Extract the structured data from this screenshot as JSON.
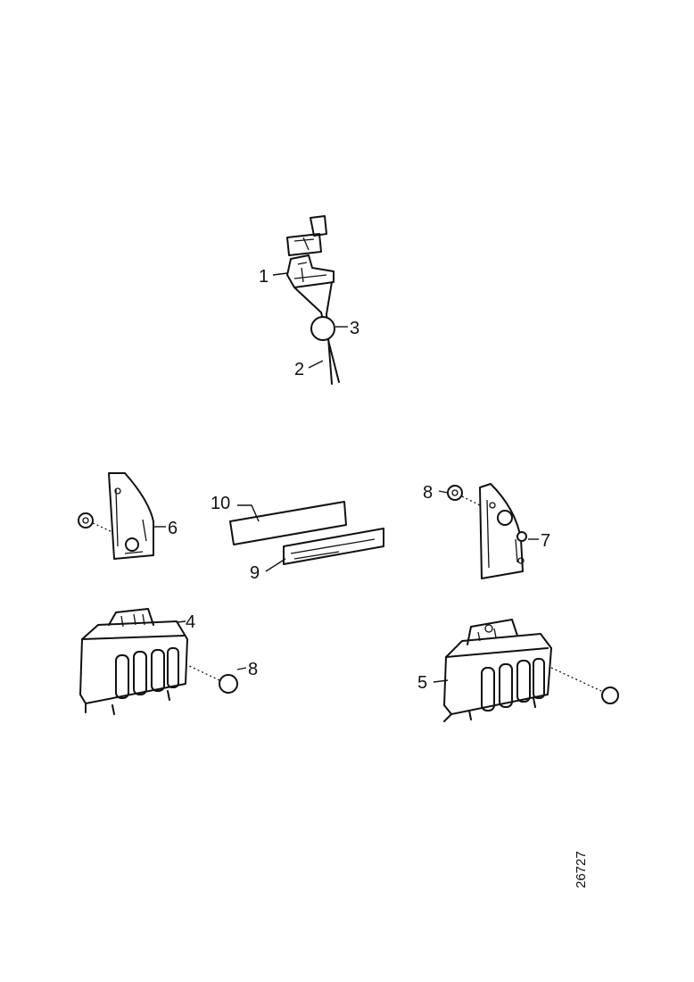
{
  "callouts": {
    "c1": "1",
    "c2": "2",
    "c3": "3",
    "c4": "4",
    "c5": "5",
    "c6": "6",
    "c7": "7",
    "c8a": "8",
    "c8b": "8",
    "c9": "9",
    "c10": "10"
  },
  "doc_number": "26727"
}
